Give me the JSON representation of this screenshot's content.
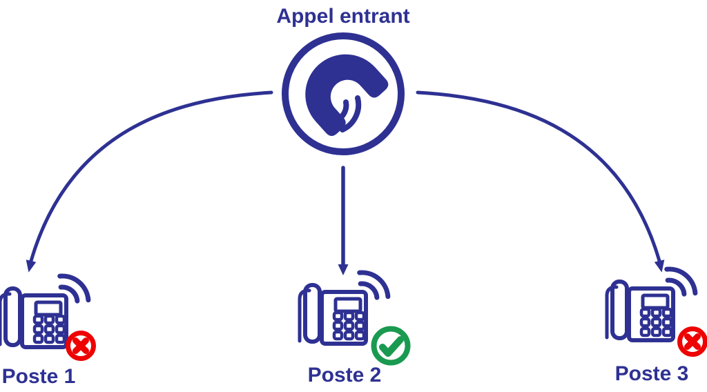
{
  "colors": {
    "primary": "#2E3192",
    "error": "#EE0202",
    "success": "#1A9A50",
    "background": "#FFFFFF"
  },
  "header": {
    "title": "Appel entrant",
    "icon": "incoming-call-icon"
  },
  "extensions": [
    {
      "label": "Poste 1",
      "status": "not-answered",
      "badge_icon": "cross-icon",
      "badge_color": "#EE0202"
    },
    {
      "label": "Poste 2",
      "status": "answered",
      "badge_icon": "check-icon",
      "badge_color": "#1A9A50"
    },
    {
      "label": "Poste 3",
      "status": "not-answered",
      "badge_icon": "cross-icon",
      "badge_color": "#EE0202"
    }
  ]
}
